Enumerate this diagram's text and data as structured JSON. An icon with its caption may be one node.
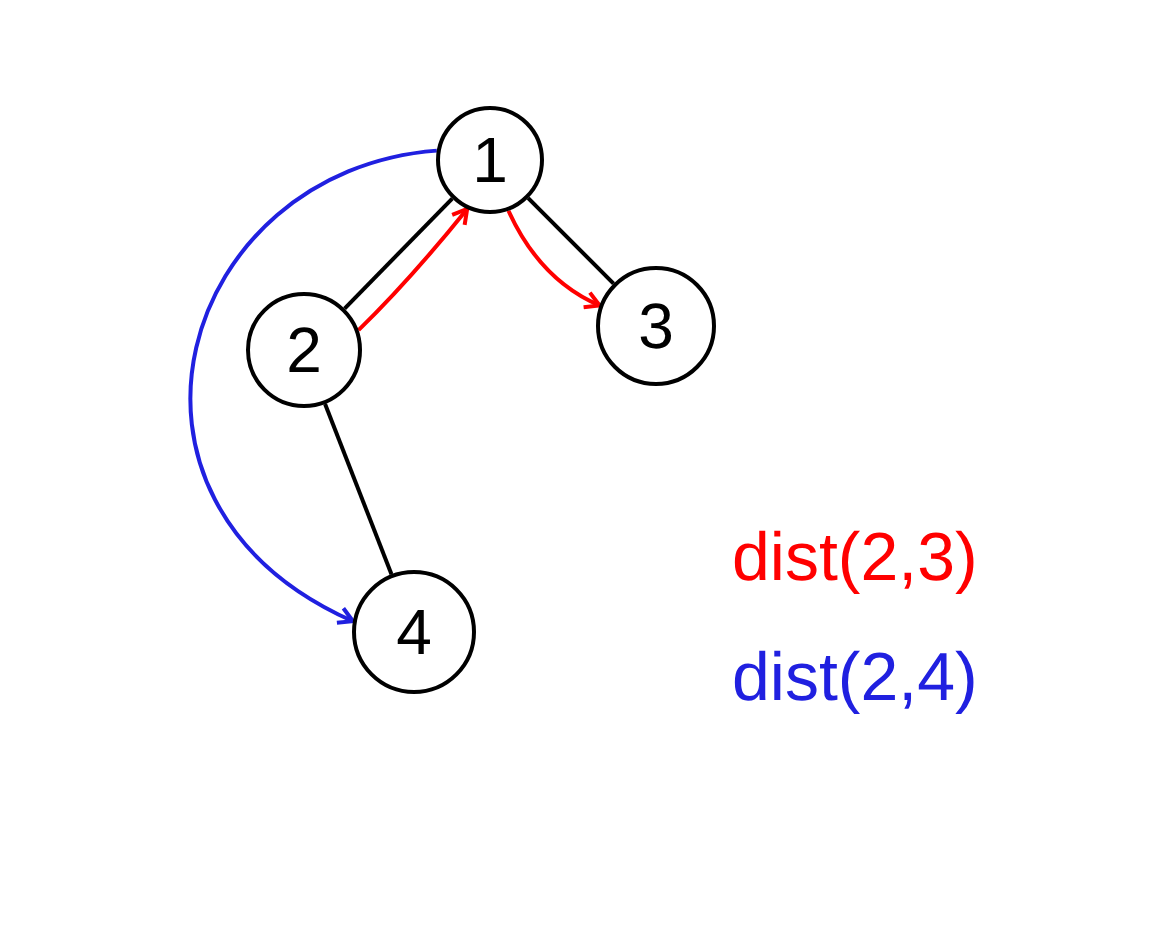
{
  "diagram": {
    "nodes": [
      {
        "text": [
          "1"
        ]
      },
      {
        "text": [
          "2"
        ]
      },
      {
        "text": [
          "3"
        ]
      },
      {
        "text": [
          "4"
        ]
      }
    ],
    "edges": [
      {
        "from": 0,
        "to": 1,
        "arrow": "none"
      },
      {
        "from": 0,
        "to": 2,
        "arrow": "none"
      },
      {
        "from": 1,
        "to": 3,
        "arrow": "none"
      },
      {
        "from": 1,
        "to": 0,
        "arrow": "to",
        "color": "#ff0000"
      },
      {
        "from": 0,
        "to": 2,
        "arrow": "to",
        "color": "#ff0000"
      },
      {
        "from": 0,
        "to": 3,
        "arrow": "to",
        "color": "#2020e0"
      }
    ],
    "labels": [
      "dist(2,3)",
      "dist(2,4)"
    ]
  }
}
